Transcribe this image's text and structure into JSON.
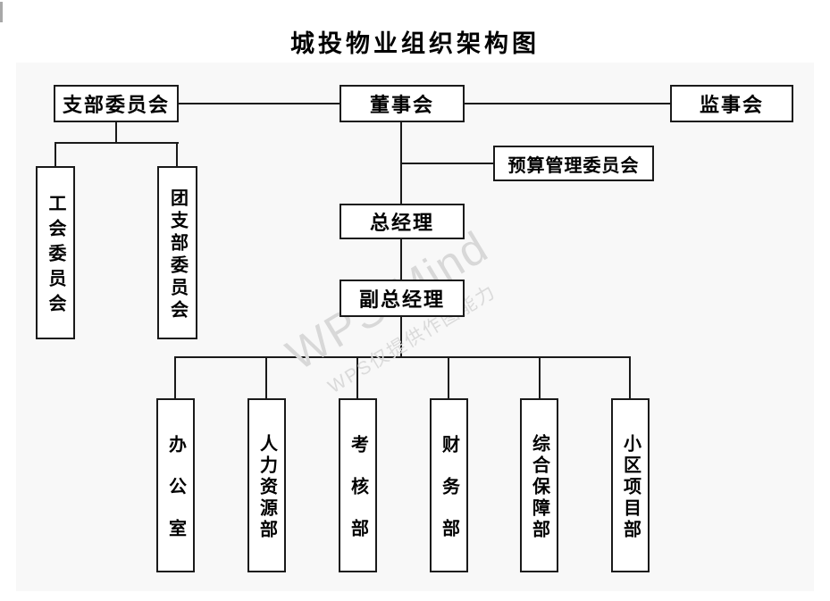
{
  "title": "城投物业组织架构图",
  "watermark": {
    "primary": "WPS Mind",
    "secondary": "WPS仅提供作图能力"
  },
  "org_chart": {
    "type": "org-chart",
    "nodes": {
      "branch_committee": "支部委员会",
      "board": "董事会",
      "supervisory_board": "监事会",
      "budget_committee": "预算管理委员会",
      "general_manager": "总经理",
      "deputy_general_manager": "副总经理",
      "union_committee": "工会委员会",
      "youth_league_branch": "团支部委员会",
      "departments": [
        "办公室",
        "人力资源部",
        "考核部",
        "财务部",
        "综合保障部",
        "小区项目部"
      ]
    },
    "edges": [
      "支部委员会-董事会",
      "董事会-监事会",
      "董事会-预算管理委员会",
      "董事会-总经理",
      "总经理-副总经理",
      "支部委员会-工会委员会",
      "支部委员会-团支部委员会",
      "副总经理-办公室",
      "副总经理-人力资源部",
      "副总经理-考核部",
      "副总经理-财务部",
      "副总经理-综合保障部",
      "副总经理-小区项目部"
    ]
  },
  "colors": {
    "line": "#1a1a1a",
    "node_fill": "#ffffff",
    "canvas_bg": "#f8f8f8",
    "watermark": "#d8d8d8"
  }
}
